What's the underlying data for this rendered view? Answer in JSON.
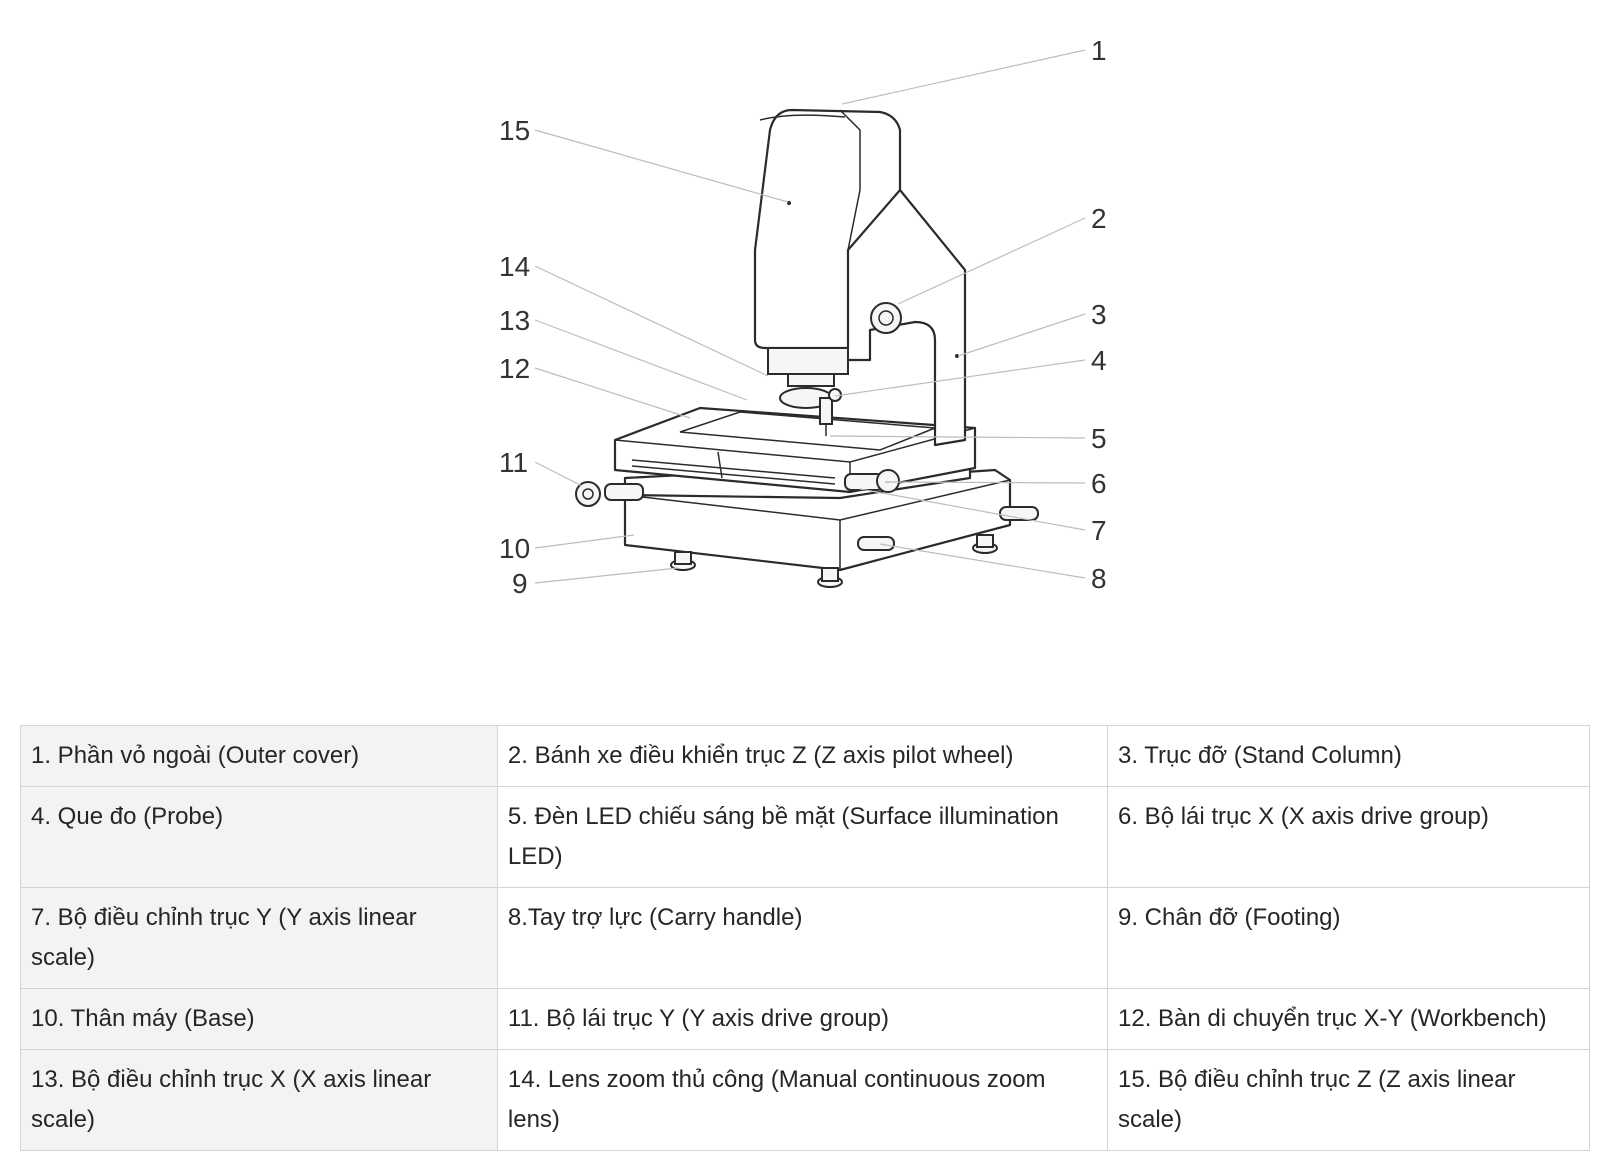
{
  "callouts": [
    "1",
    "2",
    "3",
    "4",
    "5",
    "6",
    "7",
    "8",
    "9",
    "10",
    "11",
    "12",
    "13",
    "14",
    "15"
  ],
  "parts": [
    [
      "1. Phần vỏ ngoài (Outer cover)",
      "2. Bánh xe điều khiển trục Z (Z axis pilot wheel)",
      "3. Trục đỡ (Stand Column)"
    ],
    [
      "4. Que đo (Probe)",
      "5. Đèn LED chiếu sáng bề mặt (Surface illumination LED)",
      "6. Bộ lái trục X (X axis drive group)"
    ],
    [
      "7. Bộ điều chỉnh trục Y (Y axis linear scale)",
      "8.Tay trợ lực (Carry handle)",
      "9. Chân đỡ (Footing)"
    ],
    [
      "10. Thân máy (Base)",
      "11. Bộ lái trục Y (Y axis drive group)",
      "12. Bàn di chuyển trục X-Y (Workbench)"
    ],
    [
      "13. Bộ điều chỉnh trục X (X axis linear scale)",
      "14. Lens zoom thủ công (Manual continuous zoom lens)",
      "15. Bộ điều chỉnh trục Z (Z axis linear scale)"
    ]
  ]
}
